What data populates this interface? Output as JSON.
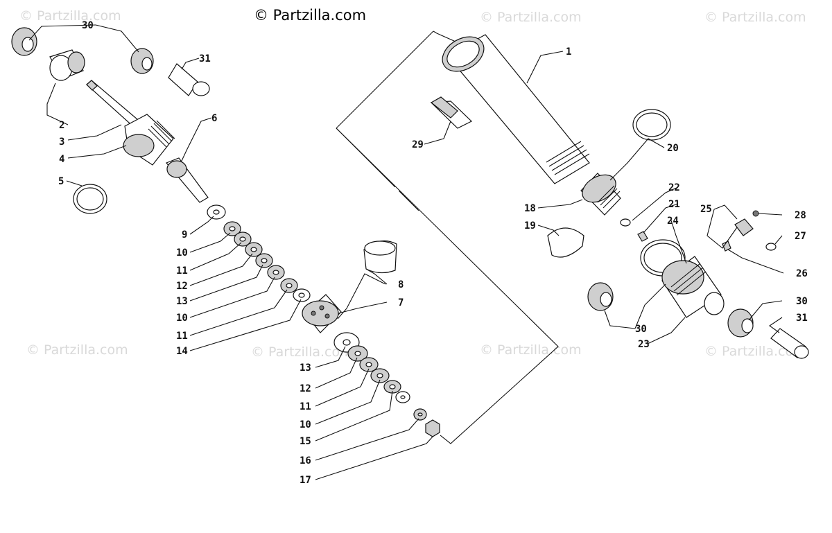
{
  "watermark": {
    "main": "© Partzilla.com",
    "faint": "© Partzilla.com"
  },
  "callouts": {
    "c1": "1",
    "c2": "2",
    "c3": "3",
    "c4": "4",
    "c5": "5",
    "c6": "6",
    "c7": "7",
    "c8": "8",
    "c9": "9",
    "c10a": "10",
    "c11a": "11",
    "c12a": "12",
    "c13a": "13",
    "c10b": "10",
    "c11b": "11",
    "c14": "14",
    "c13b": "13",
    "c12b": "12",
    "c11c": "11",
    "c10c": "10",
    "c15": "15",
    "c16": "16",
    "c17": "17",
    "c18": "18",
    "c19": "19",
    "c20": "20",
    "c21": "21",
    "c22": "22",
    "c23": "23",
    "c24": "24",
    "c25": "25",
    "c26": "26",
    "c27": "27",
    "c28": "28",
    "c29": "29",
    "c30a": "30",
    "c30b": "30",
    "c30c": "30",
    "c31a": "31",
    "c31b": "31"
  }
}
